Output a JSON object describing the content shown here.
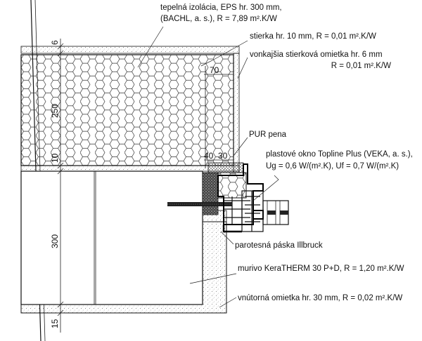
{
  "dimensions": [
    "6",
    "250",
    "10",
    "300",
    "15"
  ],
  "detail_dimensions": [
    "70",
    "40",
    "30"
  ],
  "callouts": [
    {
      "id": "insulation",
      "lines": [
        "tepelná izolácia, EPS hr. 300 mm,",
        "(BACHL, a. s.), R = 7,89 m².K/W"
      ]
    },
    {
      "id": "filler",
      "lines": [
        "stierka hr. 10 mm, R = 0,01 m².K/W"
      ]
    },
    {
      "id": "render",
      "lines": [
        "vonkajšia stierková omietka hr. 6 mm",
        "R = 0,01 m².K/W"
      ]
    },
    {
      "id": "pur",
      "lines": [
        "PUR pena"
      ]
    },
    {
      "id": "window",
      "lines": [
        "plastové okno Topline Plus (VEKA, a. s.),",
        "Ug = 0,6 W/(m².K), Uf = 0,7 W/(m².K)"
      ]
    },
    {
      "id": "tape",
      "lines": [
        "parotesná páska Illbruck"
      ]
    },
    {
      "id": "masonry",
      "lines": [
        "murivo KeraTHERM 30 P+D, R = 1,20 m².K/W"
      ]
    },
    {
      "id": "plaster",
      "lines": [
        "vnútorná omietka hr. 30 mm, R = 0,02 m².K/W"
      ]
    }
  ],
  "colors": {
    "line": "#111111",
    "hatch": "#333333",
    "background": "#ffffff"
  }
}
